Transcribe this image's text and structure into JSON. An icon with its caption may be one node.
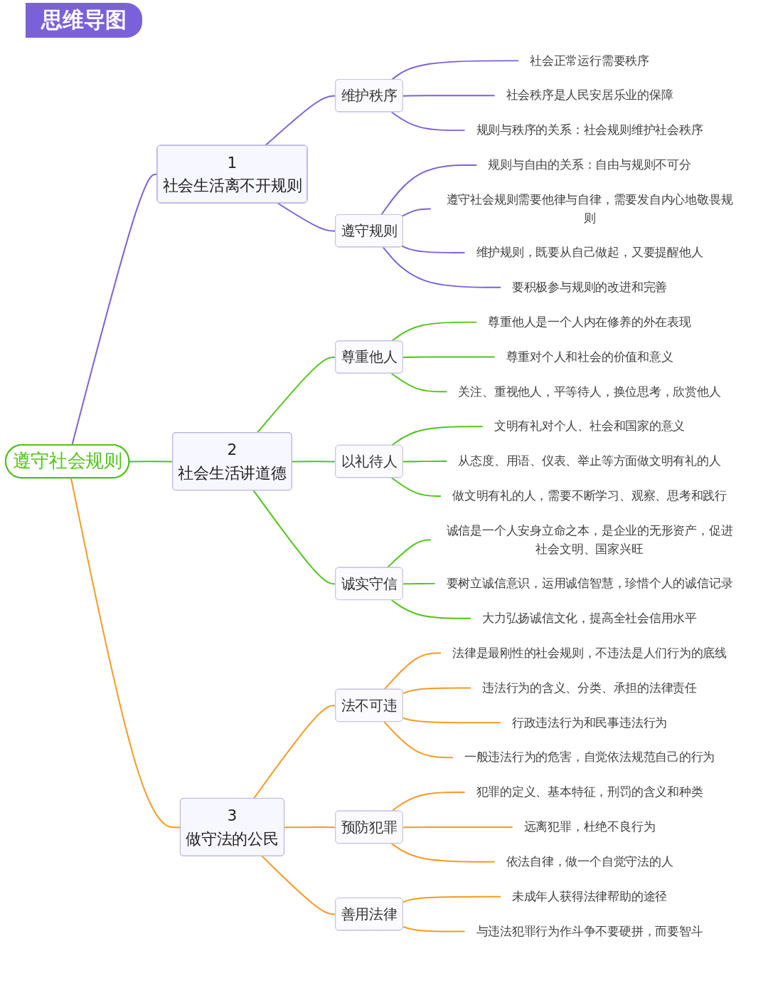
{
  "diagram": {
    "title": "思维导图",
    "nodes": [
      {
        "text": [
          "遵守社会规则"
        ]
      },
      {
        "text": [
          "1",
          "社会生活离不开规则"
        ]
      },
      {
        "text": [
          "维护秩序"
        ]
      },
      {
        "text": [
          "社会正常运行需要秩序"
        ]
      },
      {
        "text": [
          "社会秩序是人民安居乐业的保障"
        ]
      },
      {
        "text": [
          "规则与秩序的关系：社会规则维护社会秩序"
        ]
      },
      {
        "text": [
          "遵守规则"
        ]
      },
      {
        "text": [
          "规则与自由的关系：自由与规则不可分"
        ]
      },
      {
        "text": [
          "遵守社会规则需要他律与自律，需要发自内心地敬畏规则"
        ]
      },
      {
        "text": [
          "维护规则，既要从自己做起，又要提醒他人"
        ]
      },
      {
        "text": [
          "要积极参与规则的改进和完善"
        ]
      },
      {
        "text": [
          "2",
          "社会生活讲道德"
        ]
      },
      {
        "text": [
          "尊重他人"
        ]
      },
      {
        "text": [
          "尊重他人是一个人内在修养的外在表现"
        ]
      },
      {
        "text": [
          "尊重对个人和社会的价值和意义"
        ]
      },
      {
        "text": [
          "关注、重视他人，平等待人，换位思考，欣赏他人"
        ]
      },
      {
        "text": [
          "以礼待人"
        ]
      },
      {
        "text": [
          "文明有礼对个人、社会和国家的意义"
        ]
      },
      {
        "text": [
          "从态度、用语、仪表、举止等方面做文明有礼的人"
        ]
      },
      {
        "text": [
          "做文明有礼的人，需要不断学习、观察、思考和践行"
        ]
      },
      {
        "text": [
          "诚实守信"
        ]
      },
      {
        "text": [
          "诚信是一个人安身立命之本，是企业的无形资产，促进社会文明、国家兴旺"
        ]
      },
      {
        "text": [
          "要树立诚信意识，运用诚信智慧，珍惜个人的诚信记录"
        ]
      },
      {
        "text": [
          "大力弘扬诚信文化，提高全社会信用水平"
        ]
      },
      {
        "text": [
          "3",
          "做守法的公民"
        ]
      },
      {
        "text": [
          "法不可违"
        ]
      },
      {
        "text": [
          "法律是最刚性的社会规则，不违法是人们行为的底线"
        ]
      },
      {
        "text": [
          "违法行为的含义、分类、承担的法律责任"
        ]
      },
      {
        "text": [
          "行政违法行为和民事违法行为"
        ]
      },
      {
        "text": [
          "一般违法行为的危害，自觉依法规范自己的行为"
        ]
      },
      {
        "text": [
          "预防犯罪"
        ]
      },
      {
        "text": [
          "犯罪的定义、基本特征，刑罚的含义和种类"
        ]
      },
      {
        "text": [
          "远离犯罪，杜绝不良行为"
        ]
      },
      {
        "text": [
          "依法自律，做一个自觉守法的人"
        ]
      },
      {
        "text": [
          "善用法律"
        ]
      },
      {
        "text": [
          "未成年人获得法律帮助的途径"
        ]
      },
      {
        "text": [
          "与违法犯罪行为作斗争不要硬拼，而要智斗"
        ]
      }
    ],
    "edges": [
      {
        "from": 0,
        "to": 1,
        "arrow": "none",
        "color": "#7b61d9"
      },
      {
        "from": 1,
        "to": 2,
        "arrow": "none",
        "color": "#7b61d9"
      },
      {
        "from": 2,
        "to": 3,
        "arrow": "none",
        "color": "#7b61d9"
      },
      {
        "from": 2,
        "to": 4,
        "arrow": "none",
        "color": "#7b61d9"
      },
      {
        "from": 2,
        "to": 5,
        "arrow": "none",
        "color": "#7b61d9"
      },
      {
        "from": 1,
        "to": 6,
        "arrow": "none",
        "color": "#7b61d9"
      },
      {
        "from": 6,
        "to": 7,
        "arrow": "none",
        "color": "#7b61d9"
      },
      {
        "from": 6,
        "to": 8,
        "arrow": "none",
        "color": "#7b61d9"
      },
      {
        "from": 6,
        "to": 9,
        "arrow": "none",
        "color": "#7b61d9"
      },
      {
        "from": 6,
        "to": 10,
        "arrow": "none",
        "color": "#7b61d9"
      },
      {
        "from": 0,
        "to": 11,
        "arrow": "none",
        "color": "#52c41a"
      },
      {
        "from": 11,
        "to": 12,
        "arrow": "none",
        "color": "#52c41a"
      },
      {
        "from": 12,
        "to": 13,
        "arrow": "none",
        "color": "#52c41a"
      },
      {
        "from": 12,
        "to": 14,
        "arrow": "none",
        "color": "#52c41a"
      },
      {
        "from": 12,
        "to": 15,
        "arrow": "none",
        "color": "#52c41a"
      },
      {
        "from": 11,
        "to": 16,
        "arrow": "none",
        "color": "#52c41a"
      },
      {
        "from": 16,
        "to": 17,
        "arrow": "none",
        "color": "#52c41a"
      },
      {
        "from": 16,
        "to": 18,
        "arrow": "none",
        "color": "#52c41a"
      },
      {
        "from": 16,
        "to": 19,
        "arrow": "none",
        "color": "#52c41a"
      },
      {
        "from": 11,
        "to": 20,
        "arrow": "none",
        "color": "#52c41a"
      },
      {
        "from": 20,
        "to": 21,
        "arrow": "none",
        "color": "#52c41a"
      },
      {
        "from": 20,
        "to": 22,
        "arrow": "none",
        "color": "#52c41a"
      },
      {
        "from": 20,
        "to": 23,
        "arrow": "none",
        "color": "#52c41a"
      },
      {
        "from": 0,
        "to": 24,
        "arrow": "none",
        "color": "#f59a23"
      },
      {
        "from": 24,
        "to": 25,
        "arrow": "none",
        "color": "#f59a23"
      },
      {
        "from": 25,
        "to": 26,
        "arrow": "none",
        "color": "#f59a23"
      },
      {
        "from": 25,
        "to": 27,
        "arrow": "none",
        "color": "#f59a23"
      },
      {
        "from": 25,
        "to": 28,
        "arrow": "none",
        "color": "#f59a23"
      },
      {
        "from": 25,
        "to": 29,
        "arrow": "none",
        "color": "#f59a23"
      },
      {
        "from": 24,
        "to": 30,
        "arrow": "none",
        "color": "#f59a23"
      },
      {
        "from": 30,
        "to": 31,
        "arrow": "none",
        "color": "#f59a23"
      },
      {
        "from": 30,
        "to": 32,
        "arrow": "none",
        "color": "#f59a23"
      },
      {
        "from": 30,
        "to": 33,
        "arrow": "none",
        "color": "#f59a23"
      },
      {
        "from": 24,
        "to": 34,
        "arrow": "none",
        "color": "#f59a23"
      },
      {
        "from": 34,
        "to": 35,
        "arrow": "none",
        "color": "#f59a23"
      },
      {
        "from": 34,
        "to": 36,
        "arrow": "none",
        "color": "#f59a23"
      }
    ]
  }
}
